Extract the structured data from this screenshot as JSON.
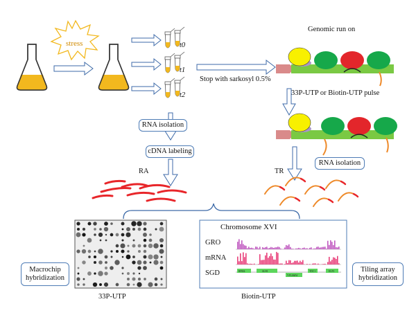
{
  "labels": {
    "stress": "stress",
    "t0": "t0",
    "t1": "t1",
    "t2": "t2",
    "genomic_run_on": "Genomic run on",
    "stop_sarkosyl": "Stop with sarkosyl 0.5%",
    "pulse": "33P-UTP or Biotin-UTP pulse",
    "rna_isolation_left": "RNA isolation",
    "rna_isolation_right": "RNA isolation",
    "cdna_labeling": "cDNA labeling",
    "ra": "RA",
    "tr": "TR",
    "macrochip": "Macrochip hybridization",
    "tiling": "Tiling array hybridization",
    "p33_utp": "33P-UTP",
    "biotin_utp": "Biotin-UTP",
    "chromosome": "Chromosome XVI",
    "gro": "GRO",
    "mrna": "mRNA",
    "sgd": "SGD",
    "genes": [
      "RPM4",
      "SLH1",
      "YPL066W",
      "TDC1",
      "ELP3"
    ]
  },
  "colors": {
    "arrow_outline": "#3d6aa8",
    "flask_liquid": "#f2b81e",
    "rna_red": "#e8262a",
    "rna_orange": "#ee8a2a",
    "dna_green": "#7ac943",
    "polymerase_green": "#16a84a",
    "polymerase_red": "#e3262b",
    "polymerase_yellow": "#f8f000",
    "polymerase_violet": "#a996c9",
    "dna_pink": "#d98a8a",
    "gro_signal": "#c05ac0",
    "mrna_signal": "#e8407a",
    "gene_green": "#5cd65c",
    "box_border": "#4d7bb5"
  }
}
